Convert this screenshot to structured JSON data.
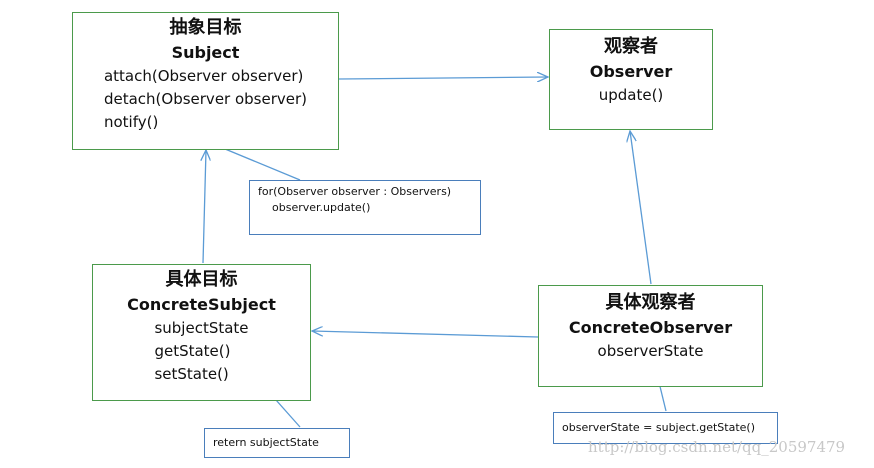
{
  "subject": {
    "title_cn": "抽象目标",
    "title_en": "Subject",
    "members": [
      "attach(Observer observer)",
      "detach(Observer observer)",
      "notify()"
    ]
  },
  "observer": {
    "title_cn": "观察者",
    "title_en": "Observer",
    "members": [
      "update()"
    ]
  },
  "concrete_subject": {
    "title_cn": "具体目标",
    "title_en": "ConcreteSubject",
    "members": [
      "subjectState",
      "getState()",
      "setState()"
    ]
  },
  "concrete_observer": {
    "title_cn": "具体观察者",
    "title_en": "ConcreteObserver",
    "members": [
      "observerState"
    ]
  },
  "notes": {
    "notify_line1": "for(Observer observer : Observers)",
    "notify_line2": "observer.update()",
    "get_state": "retern subjectState",
    "observer_state": "observerState = subject.getState()"
  },
  "watermark": "http://blog.csdn.net/qq_20597479",
  "colors": {
    "box_border": "#4b9a4b",
    "arrow": "#5b9bd5",
    "note_border": "#4a7ebb"
  }
}
